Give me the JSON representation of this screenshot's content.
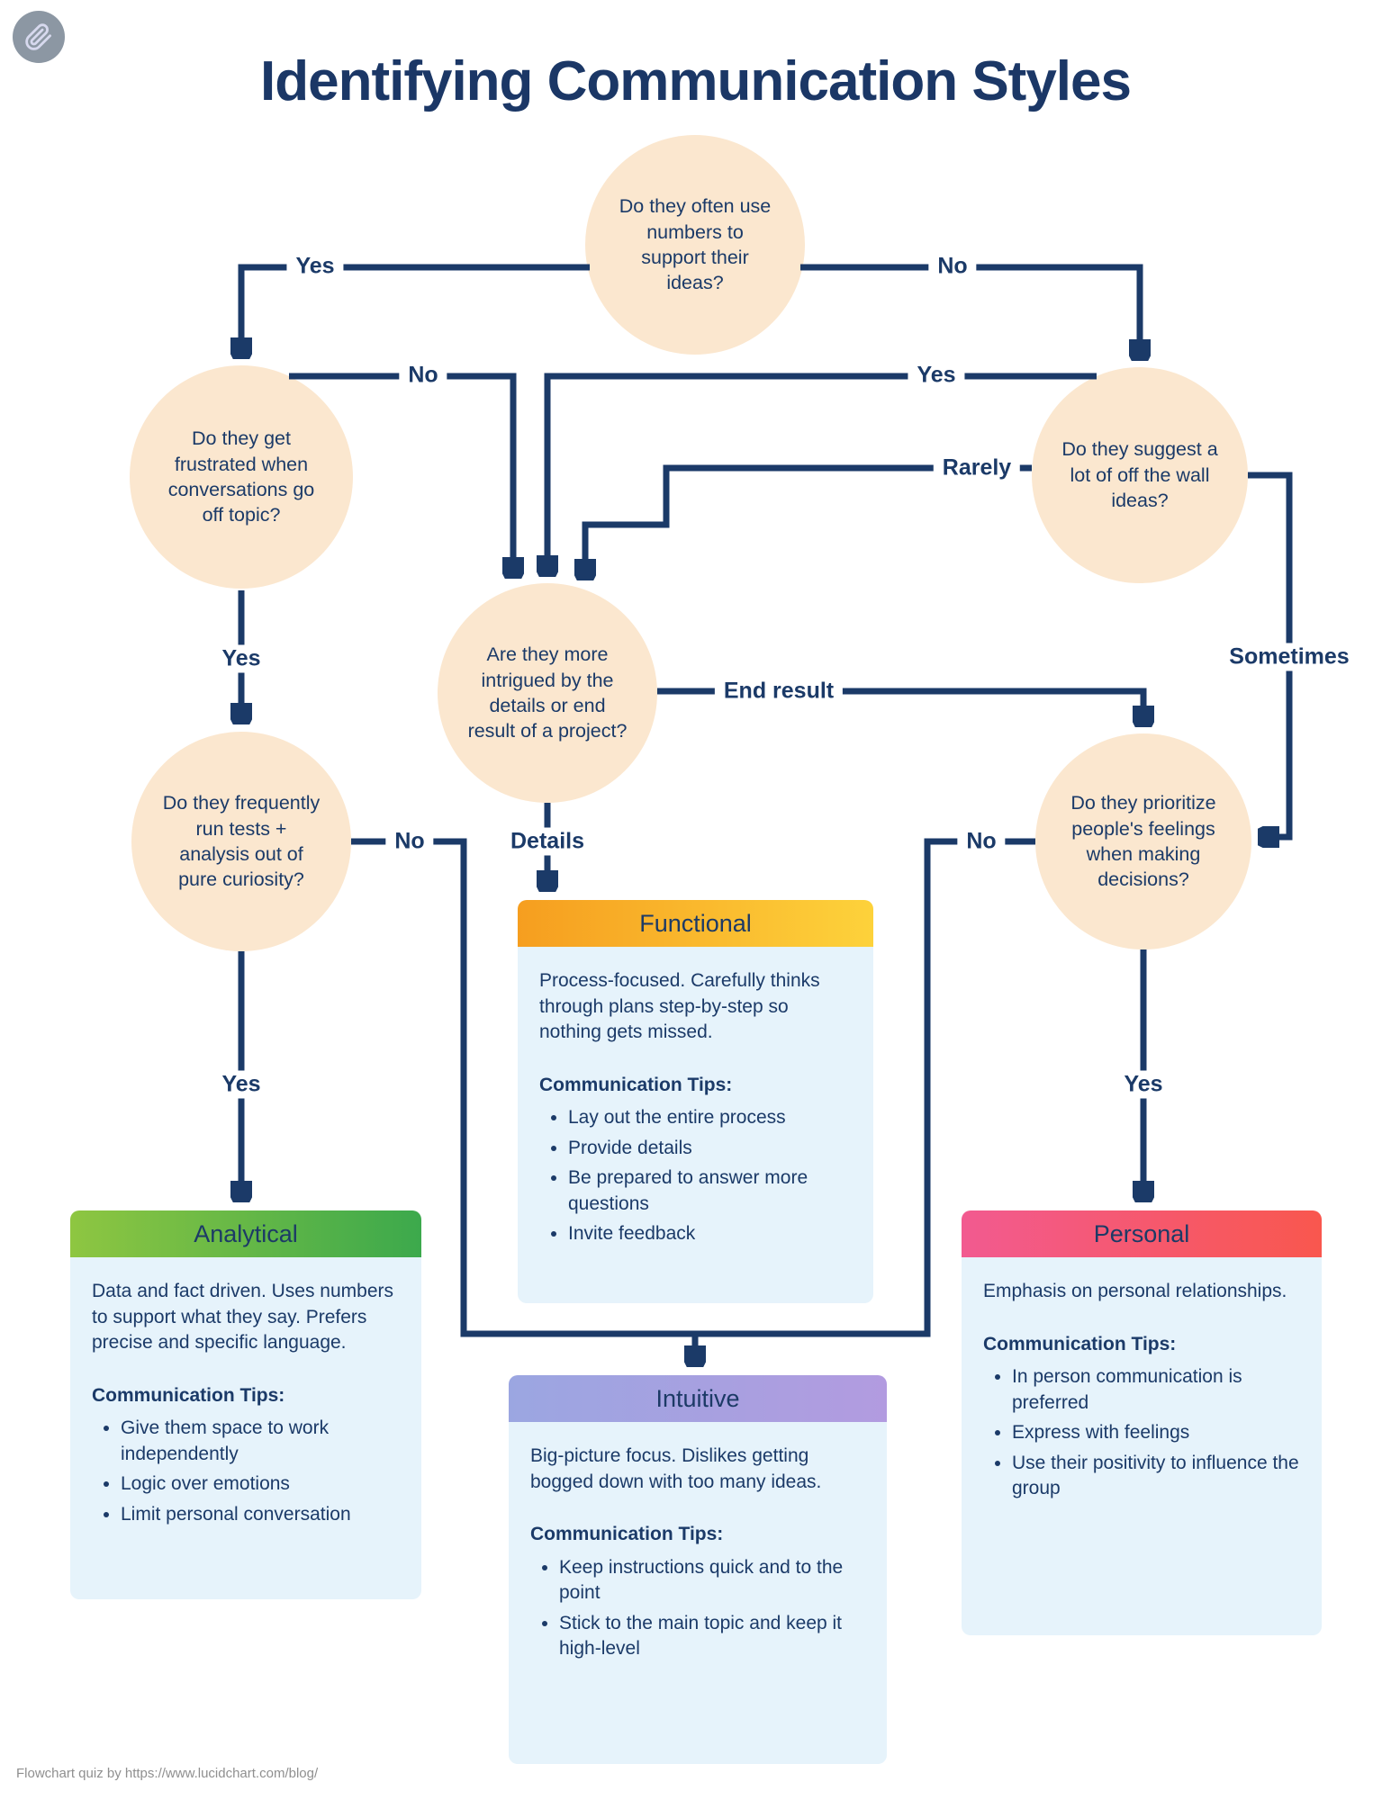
{
  "page": {
    "title": "Identifying Communication Styles",
    "footer": "Flowchart quiz by https://www.lucidchart.com/blog/"
  },
  "colors": {
    "navy": "#1b3a68",
    "circle_peach": "#fbe7cf",
    "box_body_blue": "#e6f3fb",
    "functional_gradient": [
      "#f69e1f",
      "#fdd23b"
    ],
    "analytical_gradient": [
      "#8ec641",
      "#3ca94c"
    ],
    "personal_gradient": [
      "#f25a90",
      "#f9574e"
    ],
    "intuitive_gradient": [
      "#9ba6e1",
      "#b29be0"
    ]
  },
  "icons": {
    "app_icon": "paperclip-icon"
  },
  "nodes": {
    "q_numbers": "Do they often use numbers to support their ideas?",
    "q_frustrated": "Do they get frustrated when conversations go off topic?",
    "q_offwall": "Do they suggest a lot of off the wall ideas?",
    "q_intrigued": "Are they more intrigued by the details or end result of a project?",
    "q_tests": "Do they frequently run tests + analysis out of pure curiosity?",
    "q_feelings": "Do they prioritize people's feelings when making decisions?"
  },
  "labels": {
    "yes_top": "Yes",
    "no_top": "No",
    "no_upper": "No",
    "yes_upper": "Yes",
    "rarely": "Rarely",
    "sometimes": "Sometimes",
    "yes_mid_left": "Yes",
    "end_result": "End result",
    "details": "Details",
    "no_lower_left": "No",
    "no_lower_right": "No",
    "yes_analytical": "Yes",
    "yes_personal": "Yes"
  },
  "boxes": {
    "functional": {
      "title": "Functional",
      "description": "Process-focused. Carefully thinks through plans step-by-step so nothing gets missed.",
      "tips_heading": "Communication Tips:",
      "tips": [
        "Lay out the entire process",
        "Provide details",
        "Be prepared to answer more questions",
        "Invite feedback"
      ]
    },
    "analytical": {
      "title": "Analytical",
      "description": "Data and fact driven. Uses numbers to support what they say. Prefers precise and specific language.",
      "tips_heading": "Communication Tips:",
      "tips": [
        "Give them space to work independently",
        "Logic over emotions",
        "Limit personal conversation"
      ]
    },
    "personal": {
      "title": "Personal",
      "description": "Emphasis on personal relationships.",
      "tips_heading": "Communication Tips:",
      "tips": [
        "In person communication is preferred",
        "Express with feelings",
        "Use their positivity to influence the group"
      ]
    },
    "intuitive": {
      "title": "Intuitive",
      "description": "Big-picture focus. Dislikes getting bogged down with too many ideas.",
      "tips_heading": "Communication Tips:",
      "tips": [
        "Keep instructions quick and to the point",
        "Stick to the main topic and keep it high-level"
      ]
    }
  }
}
